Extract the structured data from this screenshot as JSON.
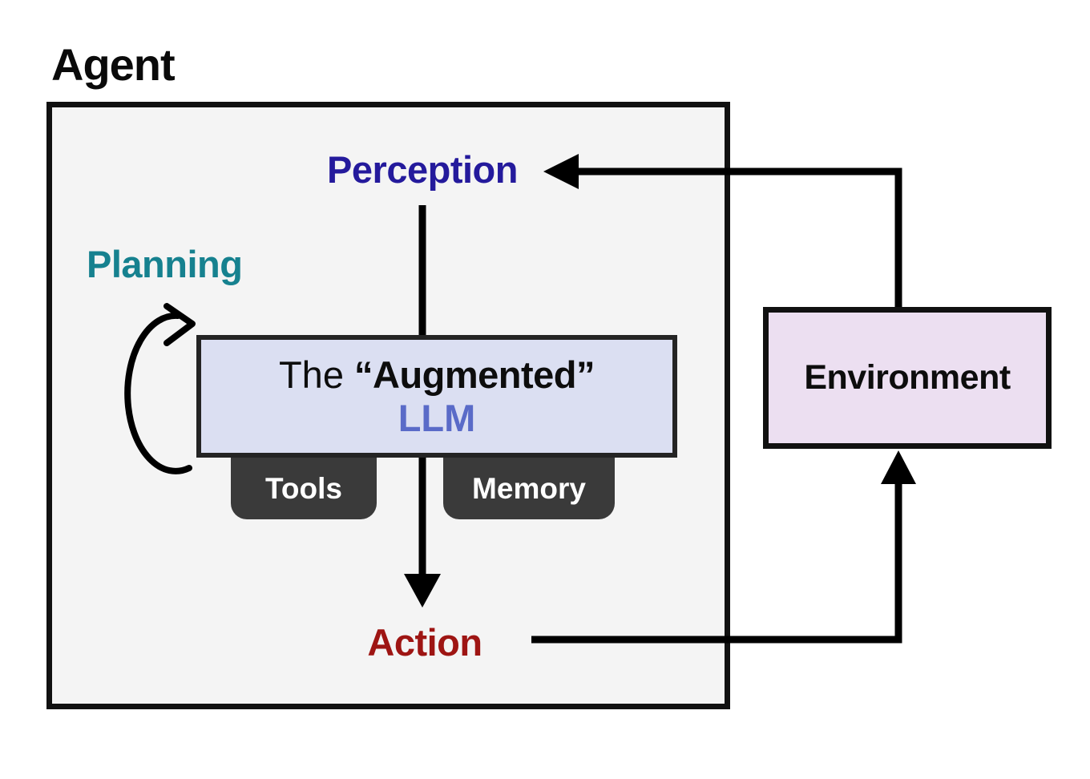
{
  "agent": {
    "title": "Agent",
    "fill": "#f4f4f4",
    "border_color": "#111111"
  },
  "nodes": {
    "perception": {
      "label": "Perception",
      "color": "#241a9c"
    },
    "planning": {
      "label": "Planning",
      "color": "#16818f"
    },
    "action": {
      "label": "Action",
      "color": "#9e1513"
    },
    "llm": {
      "line1_regular": "The ",
      "line1_bold": "“Augmented”",
      "line2": "LLM",
      "fill": "#dbdff2",
      "llm_text_color": "#5a6bc8",
      "border_color": "#242424"
    },
    "tools": {
      "label": "Tools",
      "fill": "#3a3a3a",
      "text_color": "#ffffff"
    },
    "memory": {
      "label": "Memory",
      "fill": "#3a3a3a",
      "text_color": "#ffffff"
    },
    "environment": {
      "label": "Environment",
      "fill": "#ecdff1"
    }
  },
  "edges": [
    {
      "name": "environment-to-perception",
      "from": "Environment",
      "to": "Perception"
    },
    {
      "name": "perception-to-action",
      "from": "Perception",
      "to": "Action"
    },
    {
      "name": "action-to-environment",
      "from": "Action",
      "to": "Environment"
    },
    {
      "name": "planning-self-loop",
      "from": "Planning",
      "to": "LLM"
    }
  ],
  "colors": {
    "line": "#000000"
  }
}
